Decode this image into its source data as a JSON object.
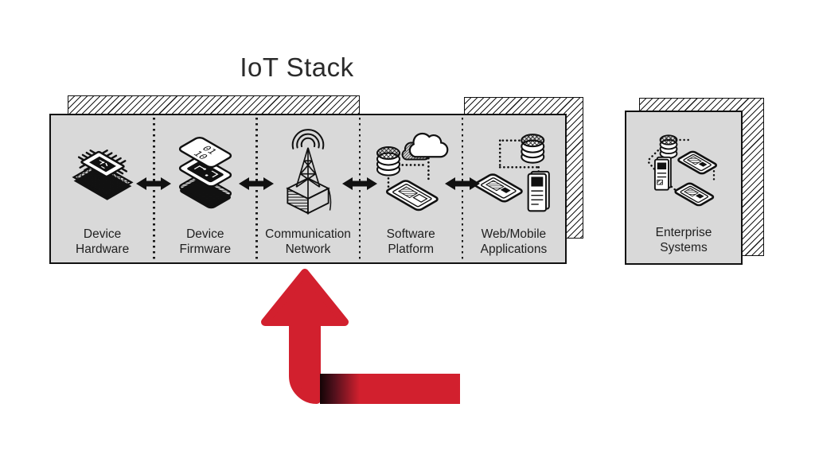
{
  "title": "IoT Stack",
  "colors": {
    "accent_red": "#d2202e",
    "panel_fill": "#d9d9d9",
    "outline": "#111111",
    "background": "#ffffff"
  },
  "iot_stack": {
    "layers": [
      {
        "id": "device-hardware",
        "label": [
          "Device",
          "Hardware"
        ],
        "icon": "chip-icon"
      },
      {
        "id": "device-firmware",
        "label": [
          "Device",
          "Firmware"
        ],
        "icon": "circuit-layers-icon"
      },
      {
        "id": "communication-network",
        "label": [
          "Communication",
          "Network"
        ],
        "icon": "radio-tower-icon"
      },
      {
        "id": "software-platform",
        "label": [
          "Software",
          "Platform"
        ],
        "icon": "cloud-database-device-icon"
      },
      {
        "id": "web-mobile-applications",
        "label": [
          "Web/Mobile",
          "Applications"
        ],
        "icon": "web-mobile-devices-icon"
      }
    ],
    "connector_icon": "bidirectional-arrow-icon"
  },
  "enterprise": {
    "id": "enterprise-systems",
    "label": [
      "Enterprise",
      "Systems"
    ],
    "icon": "enterprise-systems-icon"
  },
  "red_arrow": {
    "icon": "red-up-arrow-icon",
    "points_to": "Communication Network"
  }
}
